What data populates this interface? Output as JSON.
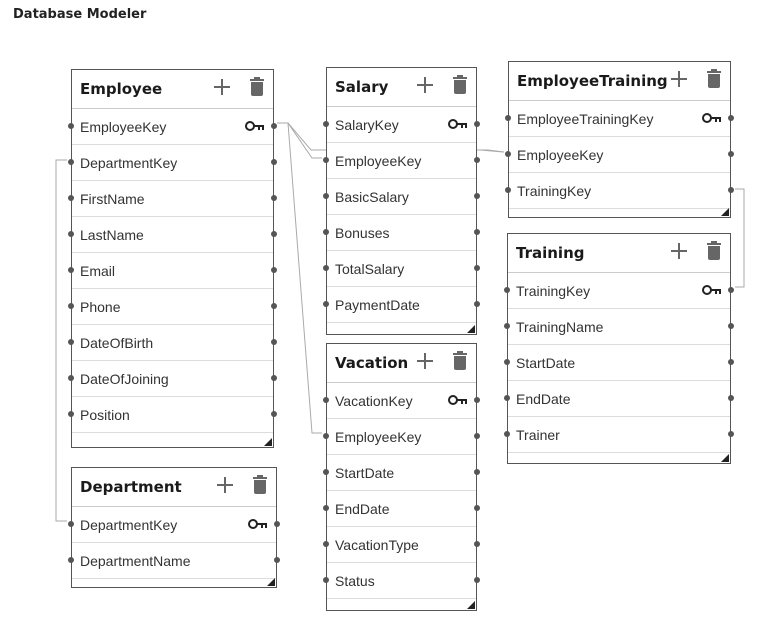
{
  "app": {
    "title": "Database Modeler"
  },
  "tables": [
    {
      "id": "employee",
      "name": "Employee",
      "fields": [
        {
          "name": "EmployeeKey",
          "pk": true
        },
        {
          "name": "DepartmentKey",
          "pk": false
        },
        {
          "name": "FirstName",
          "pk": false
        },
        {
          "name": "LastName",
          "pk": false
        },
        {
          "name": "Email",
          "pk": false
        },
        {
          "name": "Phone",
          "pk": false
        },
        {
          "name": "DateOfBirth",
          "pk": false
        },
        {
          "name": "DateOfJoining",
          "pk": false
        },
        {
          "name": "Position",
          "pk": false
        }
      ]
    },
    {
      "id": "department",
      "name": "Department",
      "fields": [
        {
          "name": "DepartmentKey",
          "pk": true
        },
        {
          "name": "DepartmentName",
          "pk": false
        }
      ]
    },
    {
      "id": "salary",
      "name": "Salary",
      "fields": [
        {
          "name": "SalaryKey",
          "pk": true
        },
        {
          "name": "EmployeeKey",
          "pk": false
        },
        {
          "name": "BasicSalary",
          "pk": false
        },
        {
          "name": "Bonuses",
          "pk": false
        },
        {
          "name": "TotalSalary",
          "pk": false
        },
        {
          "name": "PaymentDate",
          "pk": false
        }
      ]
    },
    {
      "id": "vacation",
      "name": "Vacation",
      "fields": [
        {
          "name": "VacationKey",
          "pk": true
        },
        {
          "name": "EmployeeKey",
          "pk": false
        },
        {
          "name": "StartDate",
          "pk": false
        },
        {
          "name": "EndDate",
          "pk": false
        },
        {
          "name": "VacationType",
          "pk": false
        },
        {
          "name": "Status",
          "pk": false
        }
      ]
    },
    {
      "id": "employeetraining",
      "name": "EmployeeTraining",
      "fields": [
        {
          "name": "EmployeeTrainingKey",
          "pk": true
        },
        {
          "name": "EmployeeKey",
          "pk": false
        },
        {
          "name": "TrainingKey",
          "pk": false
        }
      ]
    },
    {
      "id": "training",
      "name": "Training",
      "fields": [
        {
          "name": "TrainingKey",
          "pk": true
        },
        {
          "name": "TrainingName",
          "pk": false
        },
        {
          "name": "StartDate",
          "pk": false
        },
        {
          "name": "EndDate",
          "pk": false
        },
        {
          "name": "Trainer",
          "pk": false
        }
      ]
    }
  ],
  "icons": {
    "add": "plus-icon",
    "delete": "trash-icon",
    "primary_key": "key-icon"
  },
  "colors": {
    "border": "#555555",
    "link": "#aaaaaa",
    "icon": "#666666"
  }
}
